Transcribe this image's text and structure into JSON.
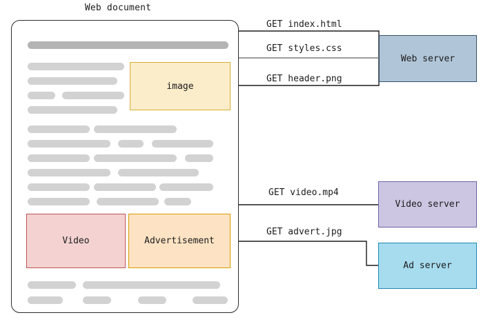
{
  "document": {
    "title": "Web document",
    "boxes": [
      {
        "id": "image",
        "label": "image"
      },
      {
        "id": "video",
        "label": "Video"
      },
      {
        "id": "advert",
        "label": "Advertisement"
      }
    ]
  },
  "servers": [
    {
      "id": "web",
      "label": "Web server",
      "fill": "#b0c6d8",
      "stroke": "#36506b"
    },
    {
      "id": "video",
      "label": "Video server",
      "fill": "#ccc6e2",
      "stroke": "#6c5fa3"
    },
    {
      "id": "ad",
      "label": "Ad server",
      "fill": "#a7dcef",
      "stroke": "#1f85b0"
    }
  ],
  "requests": [
    {
      "id": "index",
      "label": "GET index.html",
      "target": "web"
    },
    {
      "id": "styles",
      "label": "GET styles.css",
      "target": "web"
    },
    {
      "id": "header",
      "label": "GET header.png",
      "target": "web"
    },
    {
      "id": "video",
      "label": "GET video.mp4",
      "target": "video"
    },
    {
      "id": "advert",
      "label": "GET advert.jpg",
      "target": "ad"
    }
  ],
  "colors": {
    "wire": "#1b1b1b",
    "wire_muted": "#7d7d7d",
    "doc_border": "#2a2a2a",
    "skeleton_bar": "#d2d2d2",
    "skeleton_bar_dark": "#b4b4b4",
    "image_fill": "#fbecca",
    "image_stroke": "#d6ae32",
    "video_fill": "#f4d2d2",
    "video_stroke": "#b85450",
    "advert_fill": "#fde3c4",
    "advert_stroke": "#d79b00"
  }
}
